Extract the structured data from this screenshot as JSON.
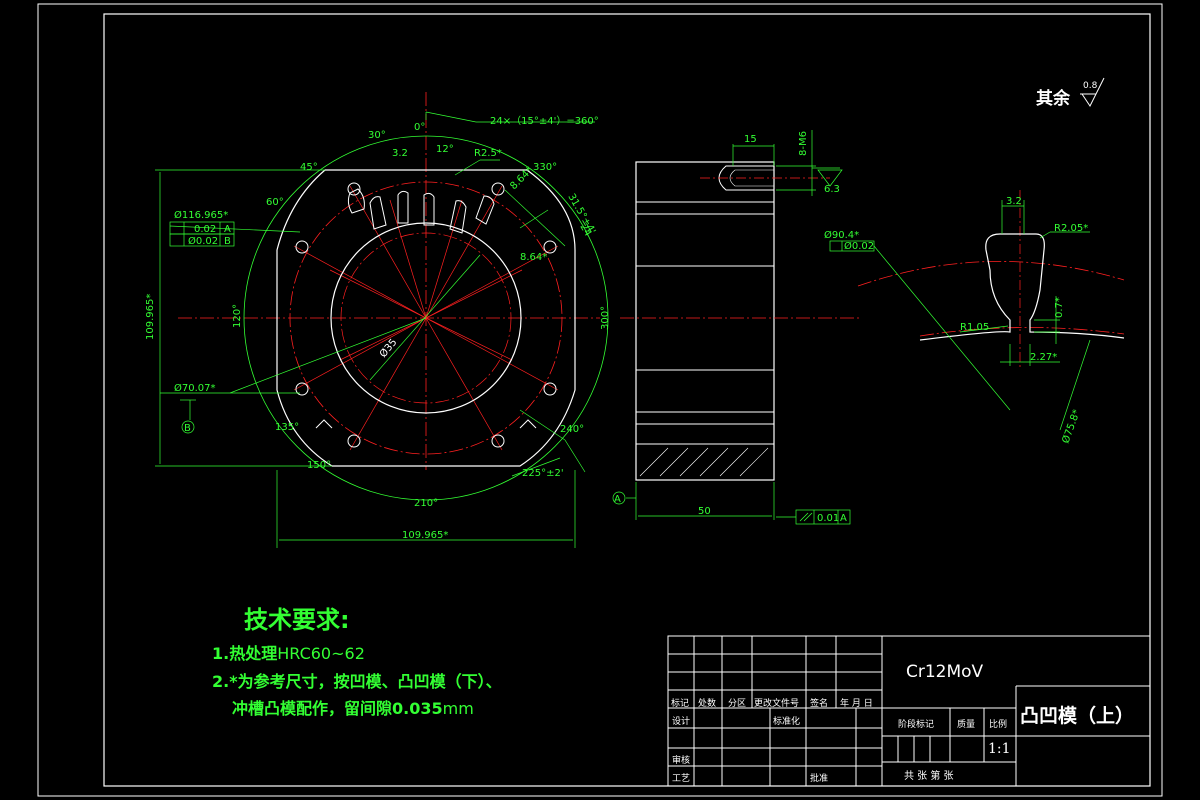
{
  "surface_finish": {
    "label": "其余",
    "value": "0.8"
  },
  "tech_requirements": {
    "title": "技术要求:",
    "line1_prefix": "1.热处理",
    "line1_value": "HRC60~62",
    "line2": "2.*为参考尺寸，按凹模、凸凹模（下）、",
    "line3_prefix": "冲槽凸模配作，留间隙0.035",
    "line3_unit": "mm"
  },
  "title_block": {
    "material": "Cr12MoV",
    "part_name": "凸凹模（上）",
    "scale": "1:1",
    "row_labels": [
      "标记",
      "处数",
      "分区",
      "更改文件号",
      "签名",
      "年 月 日"
    ],
    "design": "设计",
    "standardize": "标准化",
    "stage_mark": "阶段标记",
    "weight": "质量",
    "ratio": "比例",
    "review": "审核",
    "process": "工艺",
    "approve": "批准",
    "sheets": "共  张  第  张"
  },
  "dimensions": {
    "angle_0": "0°",
    "angle_30": "30°",
    "angle_45": "45°",
    "angle_60": "60°",
    "angle_120": "120°",
    "angle_135": "135°",
    "angle_150": "150°",
    "angle_210": "210°",
    "angle_225": "225°±2'",
    "angle_240": "240°",
    "angle_300": "300°",
    "angle_330": "330°",
    "angle_12": "12°",
    "pitch_note": "24×（15°±4'）=360°",
    "r25": "R2.5*",
    "d116": "Ø116.965*",
    "d7007": "Ø70.07*",
    "d35": "Ø35",
    "d1099_v": "109.965*",
    "d1099_h": "109.965*",
    "d864a": "8.64*",
    "d864b": "8.64*",
    "d315": "31.5°±4'",
    "d24": "24",
    "d32": "3.2",
    "tol_002": "0.02",
    "tol_pos": "Ø0.02",
    "datum_a": "A",
    "datum_b": "B",
    "d15": "15",
    "d8m6": "8-M6",
    "d63": "6.3",
    "d50": "50",
    "par_tol": "0.01",
    "d904": "Ø90.4*",
    "det_tol": "Ø0.02",
    "det_32": "3.2",
    "r205": "R2.05*",
    "r105": "R1.05",
    "d07": "0.7*",
    "d227": "2.27*",
    "d758": "Ø75.8*"
  }
}
